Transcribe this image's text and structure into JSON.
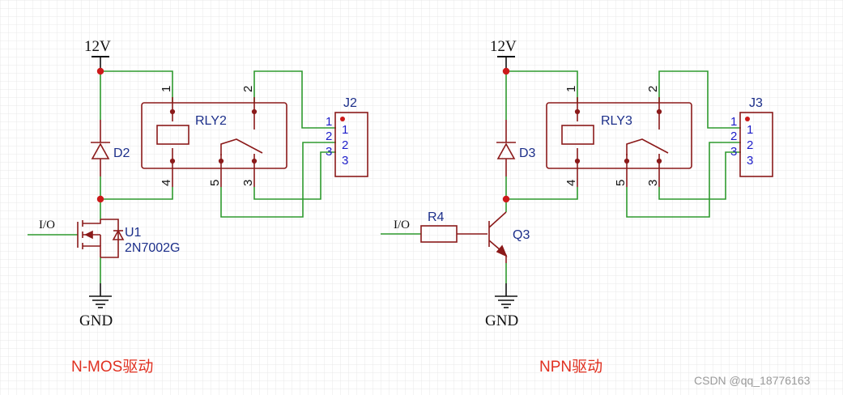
{
  "colors": {
    "wire": "#2e9a2e",
    "component": "#8b1a1a",
    "pin_number": "#1c1cc8",
    "designator": "#1c2f8a",
    "caption": "#e03020",
    "grid": "#e9e9e9",
    "watermark": "#9a9a9a",
    "net_label": "#101010"
  },
  "left": {
    "supply": "12V",
    "ground": "GND",
    "io_label": "I/O",
    "diode": "D2",
    "relay": "RLY2",
    "relay_pins": {
      "p1": "1",
      "p2": "2",
      "p4": "4",
      "p5": "5",
      "p3": "3"
    },
    "connector": "J2",
    "connector_pins": [
      "1",
      "2",
      "3"
    ],
    "transistor": "U1",
    "transistor_part": "2N7002G",
    "caption": "N-MOS驱动"
  },
  "right": {
    "supply": "12V",
    "ground": "GND",
    "io_label": "I/O",
    "diode": "D3",
    "relay": "RLY3",
    "relay_pins": {
      "p1": "1",
      "p2": "2",
      "p4": "4",
      "p5": "5",
      "p3": "3"
    },
    "connector": "J3",
    "connector_pins": [
      "1",
      "2",
      "3"
    ],
    "resistor": "R4",
    "transistor": "Q3",
    "caption": "NPN驱动"
  },
  "watermark": "CSDN @qq_18776163"
}
